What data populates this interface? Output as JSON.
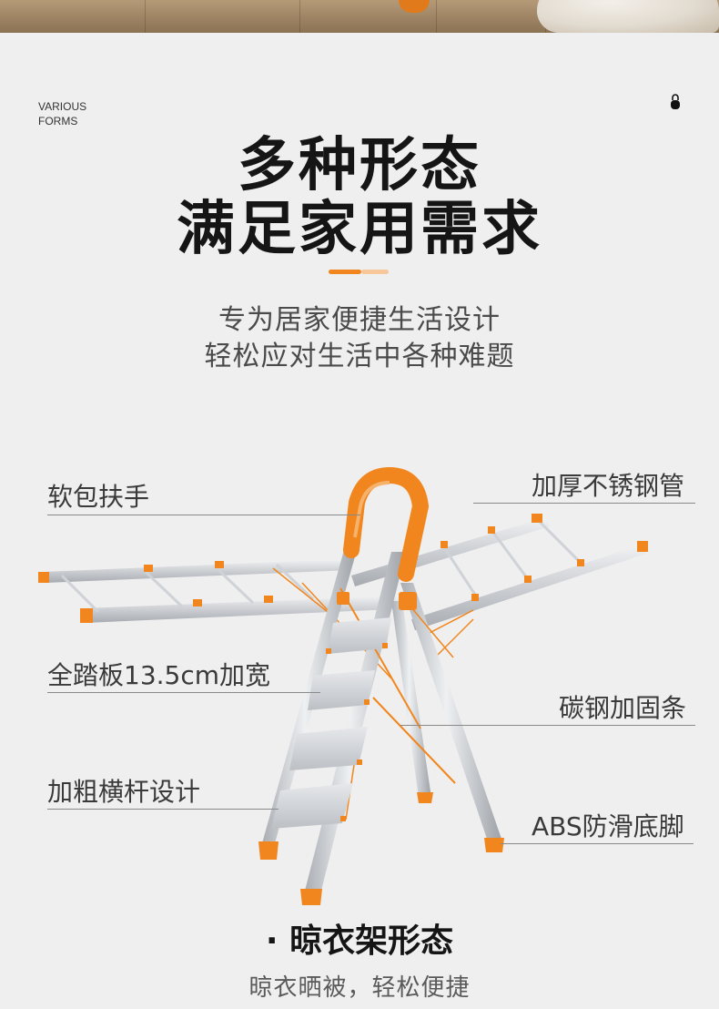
{
  "header": {
    "tag_line1": "VARIOUS",
    "tag_line2": "FORMS",
    "title_line1": "多种形态",
    "title_line2": "满足家用需求",
    "subtitle_line1": "专为居家便捷生活设计",
    "subtitle_line2": "轻松应对生活中各种难题"
  },
  "callouts": {
    "armrest": "软包扶手",
    "tube": "加厚不锈钢管",
    "pedal": "全踏板13.5cm加宽",
    "bar": "碳钢加固条",
    "crossbar": "加粗横杆设计",
    "feet": "ABS防滑底脚"
  },
  "mode": {
    "title": "· 晾衣架形态",
    "subtitle": "晾衣晒被，轻松便捷"
  },
  "colors": {
    "accent": "#f0861d",
    "accent_light": "#f7c699",
    "background": "#efefef",
    "steel": "#c9ccd0"
  },
  "icons": [
    "lock-icon"
  ]
}
